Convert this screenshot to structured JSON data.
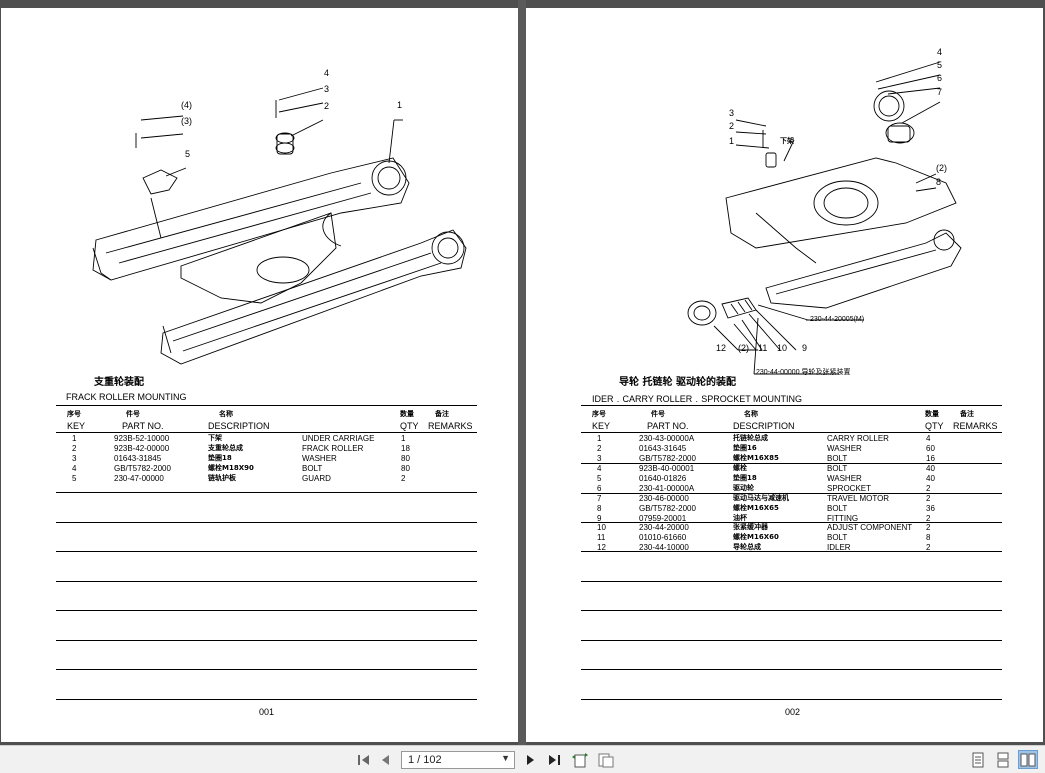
{
  "left_page": {
    "callouts": [
      "(4)",
      "(3)",
      "5",
      "4",
      "3",
      "2",
      "1"
    ],
    "title_cn": "支重轮装配",
    "title_en": "FRACK ROLLER MOUNTING",
    "headers": {
      "key_cn": "序号",
      "part_cn": "件号",
      "name_cn": "名称",
      "qty_cn": "数量",
      "remarks_cn": "备注",
      "key": "KEY",
      "part": "PART NO.",
      "desc": "DESCRIPTION",
      "qty": "QTY",
      "remarks": "REMARKS"
    },
    "rows": [
      {
        "key": "1",
        "part": "923B-52-10000",
        "cn": "下架",
        "desc": "UNDER CARRIAGE",
        "qty": "1"
      },
      {
        "key": "2",
        "part": "923B-42-00000",
        "cn": "支重轮总成",
        "desc": "FRACK ROLLER",
        "qty": "18"
      },
      {
        "key": "3",
        "part": "01643-31845",
        "cn": "垫圈18",
        "desc": "WASHER",
        "qty": "80"
      },
      {
        "key": "4",
        "part": "GB/T5782-2000",
        "cn": "螺栓M18X90",
        "desc": "BOLT",
        "qty": "80"
      },
      {
        "key": "5",
        "part": "230-47-00000",
        "cn": "链轨护板",
        "desc": "GUARD",
        "qty": "2"
      }
    ],
    "page_number": "001"
  },
  "right_page": {
    "callouts": [
      "4",
      "5",
      "6",
      "7",
      "3",
      "2",
      "1",
      "(2)",
      "8",
      "12",
      "(2)",
      "11",
      "10",
      "9"
    ],
    "label_xiajia": "下架",
    "label_a": "230-44-20005(M)",
    "label_b": "230-44-00000 导轮及张紧装置",
    "title_cn": "导轮 托链轮 驱动轮的装配",
    "title_en": "IDER﹒CARRY ROLLER﹒SPROCKET MOUNTING",
    "headers": {
      "key_cn": "序号",
      "part_cn": "件号",
      "name_cn": "名称",
      "qty_cn": "数量",
      "remarks_cn": "备注",
      "key": "KEY",
      "part": "PART NO.",
      "desc": "DESCRIPTION",
      "qty": "QTY",
      "remarks": "REMARKS"
    },
    "rows": [
      {
        "key": "1",
        "part": "230-43-00000A",
        "cn": "托链轮总成",
        "desc": "CARRY ROLLER",
        "qty": "4"
      },
      {
        "key": "2",
        "part": "01643-31645",
        "cn": "垫圈16",
        "desc": "WASHER",
        "qty": "60"
      },
      {
        "key": "3",
        "part": "GB/T5782-2000",
        "cn": "螺栓M16X85",
        "desc": "BOLT",
        "qty": "16"
      },
      {
        "key": "4",
        "part": "923B-40-00001",
        "cn": "螺栓",
        "desc": "BOLT",
        "qty": "40"
      },
      {
        "key": "5",
        "part": "01640-01826",
        "cn": "垫圈18",
        "desc": "WASHER",
        "qty": "40"
      },
      {
        "key": "6",
        "part": "230-41-00000A",
        "cn": "驱动轮",
        "desc": "SPROCKET",
        "qty": "2"
      },
      {
        "key": "7",
        "part": "230-46-00000",
        "cn": "驱动马达与减速机",
        "desc": "TRAVEL MOTOR",
        "qty": "2"
      },
      {
        "key": "8",
        "part": "GB/T5782-2000",
        "cn": "螺栓M16X65",
        "desc": "BOLT",
        "qty": "36"
      },
      {
        "key": "9",
        "part": "07959-20001",
        "cn": "油杯",
        "desc": "FITTING",
        "qty": "2"
      },
      {
        "key": "10",
        "part": "230-44-20000",
        "cn": "张紧缓冲器",
        "desc": "ADJUST COMPONENT",
        "qty": "2"
      },
      {
        "key": "11",
        "part": "01010-61660",
        "cn": "螺栓M16X60",
        "desc": "BOLT",
        "qty": "8"
      },
      {
        "key": "12",
        "part": "230-44-10000",
        "cn": "导轮总成",
        "desc": "IDLER",
        "qty": "2"
      }
    ],
    "page_number": "002"
  },
  "toolbar": {
    "page_indicator": "1 / 102",
    "icons": [
      "first-page-icon",
      "prev-page-icon",
      "next-page-icon",
      "last-page-icon",
      "fit-width-icon",
      "fit-page-icon",
      "single-page-view-icon",
      "continuous-view-icon",
      "two-page-view-icon"
    ]
  },
  "colors": {
    "toolbar_bg": "#f1f1f1",
    "viewer_bg": "#4f4f4f",
    "active_view": "#9ec3e8"
  }
}
